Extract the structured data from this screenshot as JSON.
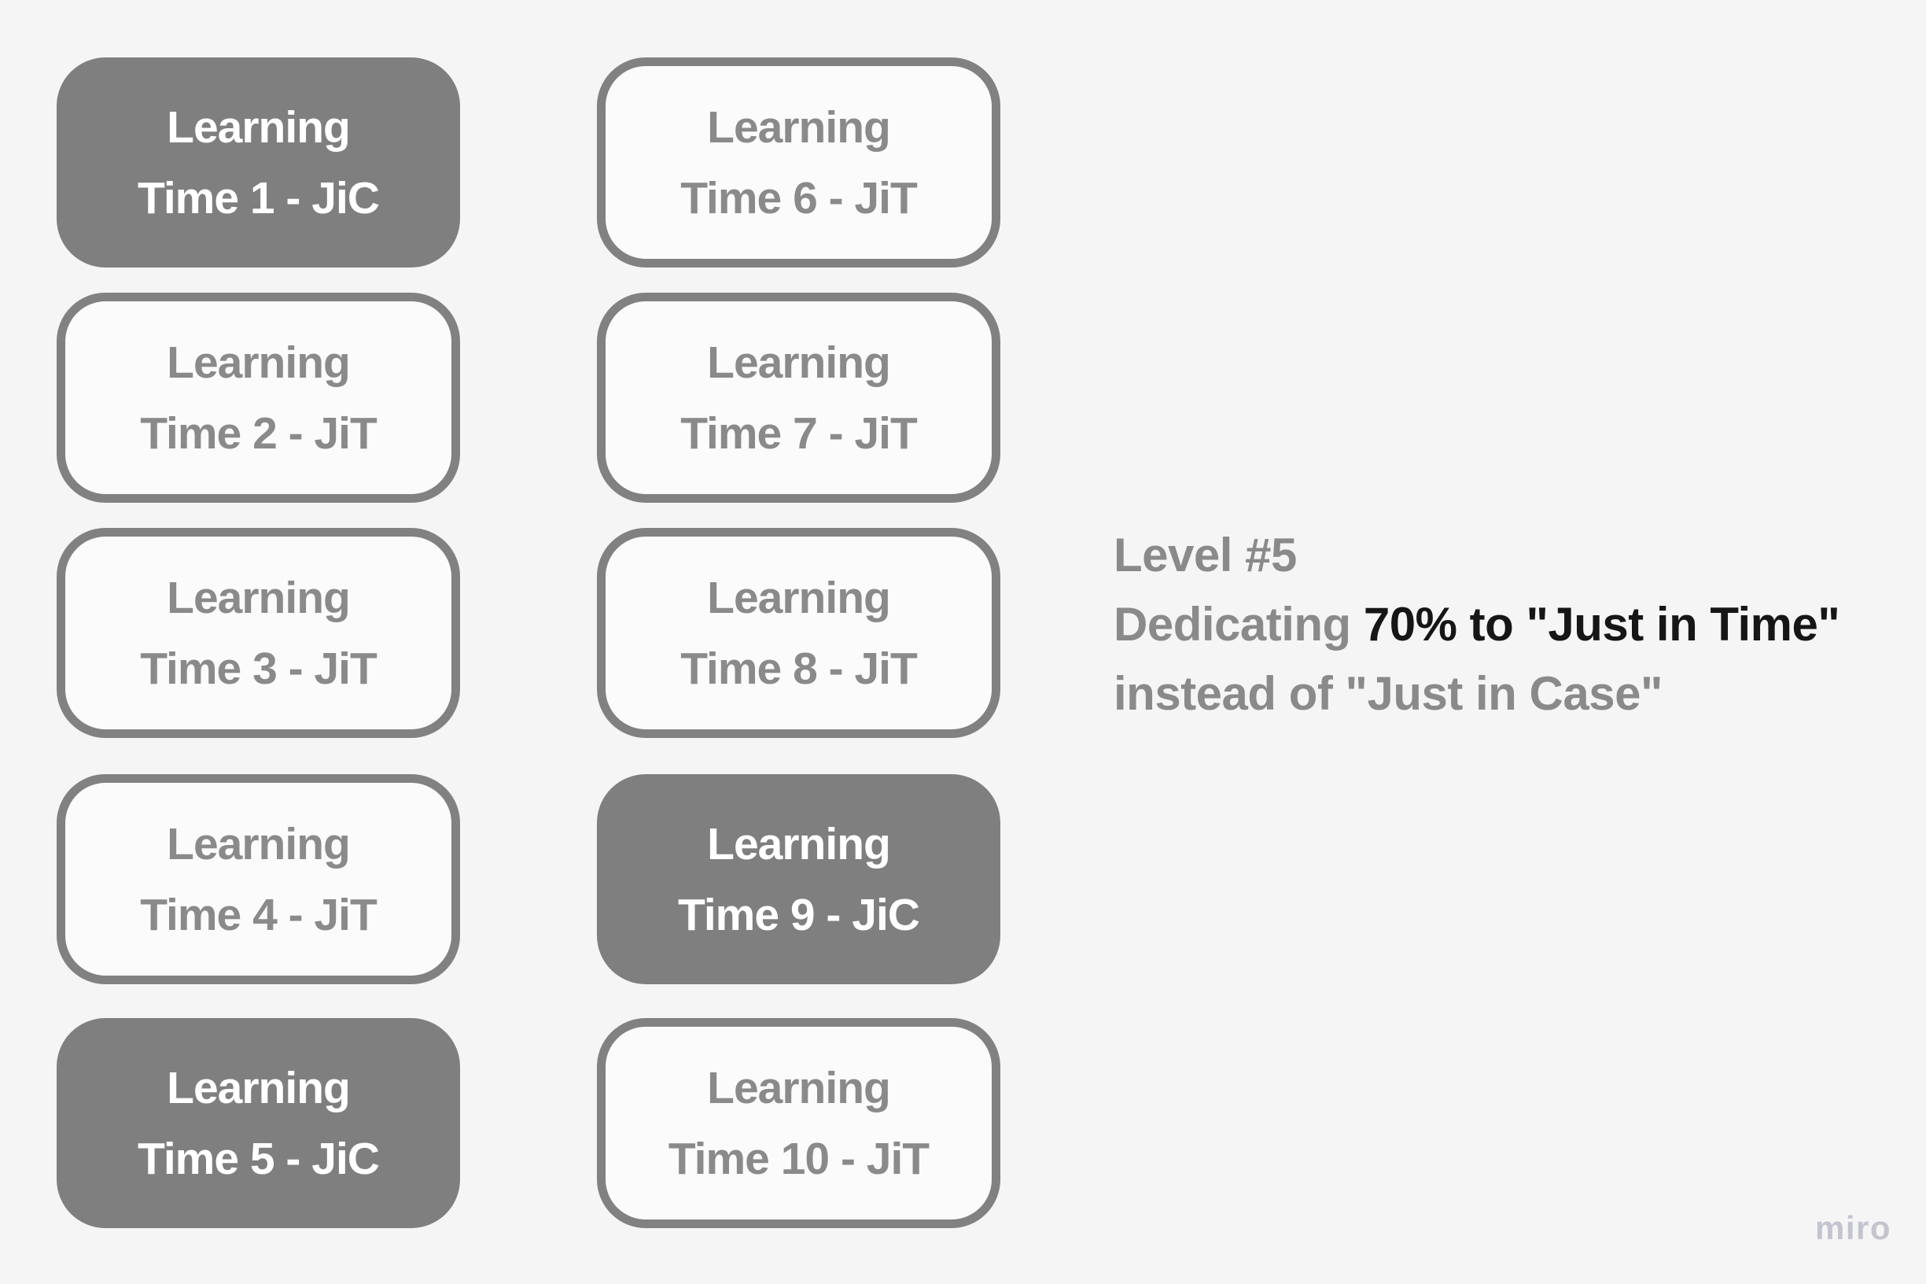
{
  "boxes": [
    {
      "line1": "Learning",
      "line2": "Time 1 - JiC",
      "type": "JiC",
      "filled": true
    },
    {
      "line1": "Learning",
      "line2": "Time 2 - JiT",
      "type": "JiT",
      "filled": false
    },
    {
      "line1": "Learning",
      "line2": "Time 3 - JiT",
      "type": "JiT",
      "filled": false
    },
    {
      "line1": "Learning",
      "line2": "Time 4 - JiT",
      "type": "JiT",
      "filled": false
    },
    {
      "line1": "Learning",
      "line2": "Time 5 - JiC",
      "type": "JiC",
      "filled": true
    },
    {
      "line1": "Learning",
      "line2": "Time 6 - JiT",
      "type": "JiT",
      "filled": false
    },
    {
      "line1": "Learning",
      "line2": "Time 7 - JiT",
      "type": "JiT",
      "filled": false
    },
    {
      "line1": "Learning",
      "line2": "Time 8 - JiT",
      "type": "JiT",
      "filled": false
    },
    {
      "line1": "Learning",
      "line2": "Time 9 - JiC",
      "type": "JiC",
      "filled": true
    },
    {
      "line1": "Learning",
      "line2": "Time 10 - JiT",
      "type": "JiT",
      "filled": false
    }
  ],
  "annotation": {
    "line1": "Level #5",
    "line2_gray": "Dedicating ",
    "line2_emphasis": "70% to \"Just in Time\"",
    "line3": "instead of \"Just in Case\""
  },
  "watermark": "miro",
  "colors": {
    "background": "#f5f5f6",
    "box_outline_fill": "#fbfbfc",
    "box_border": "#818181",
    "box_filled_fill": "#7f7f7f",
    "box_text_gray": "#8a8a8a",
    "box_text_white": "#ffffff",
    "annotation_gray": "#8a8a8a",
    "annotation_emphasis": "#161616",
    "watermark_gray": "#c4c4cf"
  }
}
